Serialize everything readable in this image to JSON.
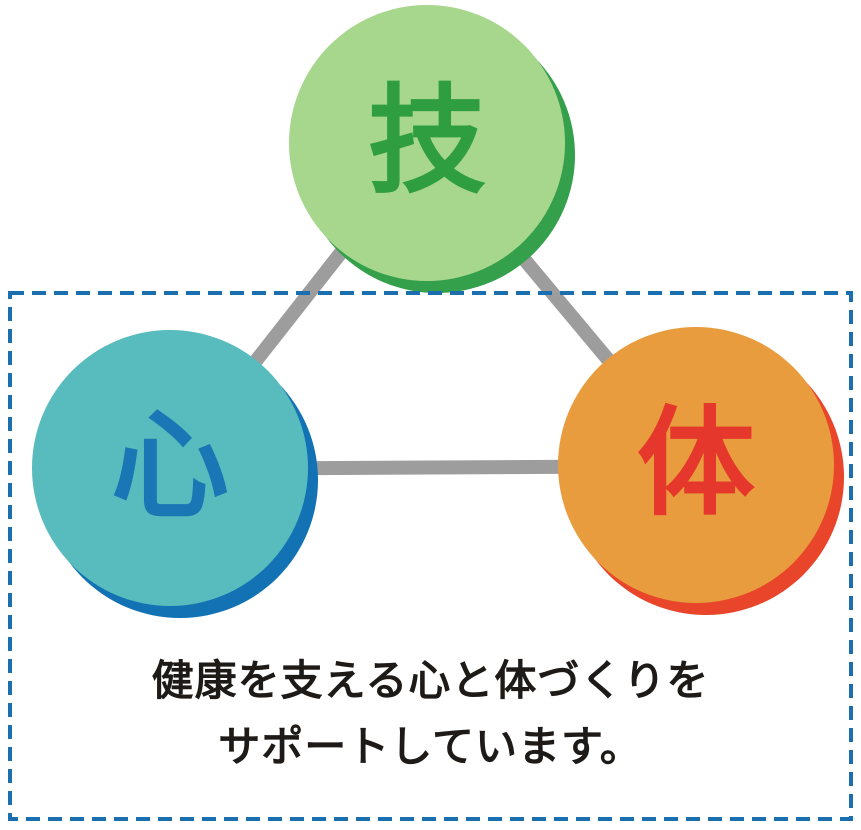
{
  "diagram": {
    "type": "triangle-relationship-diagram",
    "circles": [
      {
        "name": "gi",
        "label": "技",
        "fill": "#a7d68d",
        "label_color": "#2f9e41",
        "shadow_color": "#35a04c"
      },
      {
        "name": "shin",
        "label": "心",
        "fill": "#58bbbd",
        "label_color": "#1b76b5",
        "shadow_color": "#1272b4"
      },
      {
        "name": "tai",
        "label": "体",
        "fill": "#e99c3e",
        "label_color": "#e5372b",
        "shadow_color": "#e8452a"
      }
    ],
    "connector_color": "#9d9d9d",
    "selection": {
      "border_color": "#1b6fae",
      "border_style": "dashed"
    },
    "caption": {
      "line1": "健康を支える心と体づくりを",
      "line2": "サポートしています。",
      "color": "#1e1a18"
    }
  }
}
